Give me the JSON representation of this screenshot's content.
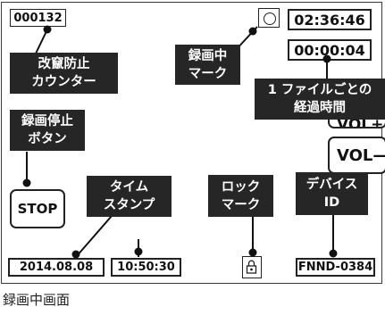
{
  "screen": {
    "counter": "000132",
    "clock": "02:36:46",
    "elapsed": "00:00:04",
    "vol_partial": "VOL+",
    "vol_minus": "VOL—",
    "stop": "STOP",
    "date": "2014.08.08",
    "time": "10:50:30",
    "device_id": "FNND-0384"
  },
  "callouts": {
    "tamper_counter": [
      "改竄防止",
      "カウンター"
    ],
    "recording_mark": [
      "録画中",
      "マーク"
    ],
    "elapsed_time": [
      "1 ファイルごとの",
      "経過時間"
    ],
    "stop_button": [
      "録画停止",
      "ボタン"
    ],
    "timestamp": [
      "タイム",
      "スタンプ"
    ],
    "lock_mark": [
      "ロック",
      "マーク"
    ],
    "device_id": [
      "デバイス",
      "ID"
    ]
  },
  "icons": {
    "recording": "circle-icon",
    "lock": "padlock-icon"
  },
  "caption": "録画中画面"
}
